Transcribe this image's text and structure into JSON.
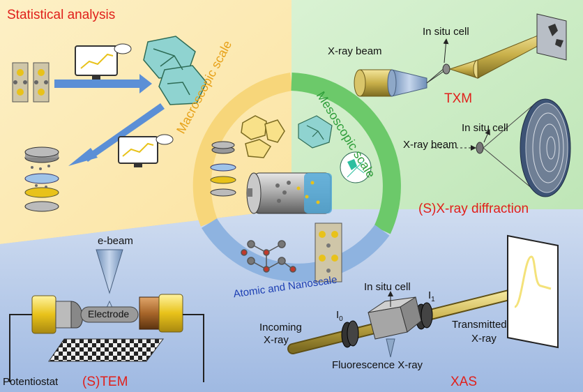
{
  "quadrants": {
    "top_left": {
      "title": "Statistical analysis",
      "bg": "#fde9b3"
    },
    "top_right": {
      "bg": "#cdeec8"
    },
    "bottom": {
      "bg": "#b8cdea"
    }
  },
  "ring": {
    "macroscopic": "Macroscopic scale",
    "mesoscopic": "Mesoscopic scale",
    "atomic": "Atomic and Nanoscale",
    "colors": {
      "macroscopic": "#f7d67a",
      "mesoscopic": "#5cc45c",
      "atomic": "#7fa8dc"
    }
  },
  "txm": {
    "xray_beam": "X-ray beam",
    "in_situ_cell": "In situ cell",
    "title": "TXM"
  },
  "xrd": {
    "in_situ_cell": "In situ cell",
    "xray_beam": "X-ray beam",
    "title": "(S)X-ray diffraction"
  },
  "stem": {
    "e_beam": "e-beam",
    "electrode": "Electrode",
    "potentiostat": "Potentiostat",
    "title": "(S)TEM"
  },
  "xas": {
    "in_situ_cell": "In situ cell",
    "i0": "I",
    "i0_sub": "0",
    "i1": "I",
    "i1_sub": "1",
    "incoming_1": "Incoming",
    "incoming_2": "X-ray",
    "transmitted_1": "Transmitted",
    "transmitted_2": "X-ray",
    "fluorescence": "Fluorescence X-ray",
    "title": "XAS"
  },
  "colors": {
    "accent_red": "#e0201b",
    "arrow_blue": "#5b8fd6",
    "gold": "#e8c21a"
  }
}
